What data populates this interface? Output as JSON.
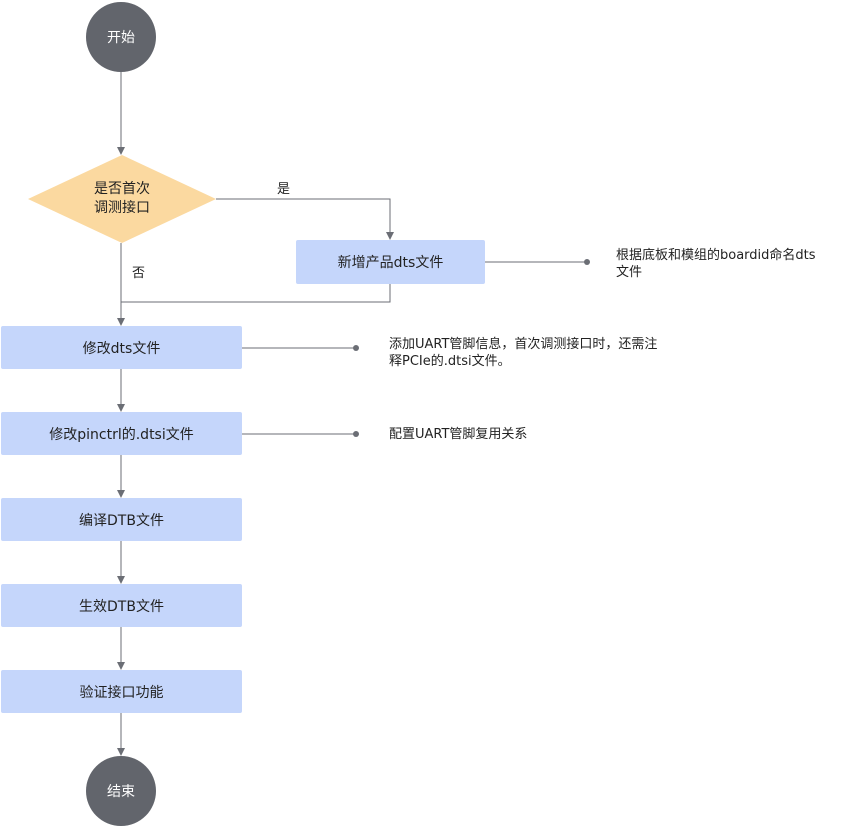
{
  "flowchart": {
    "start": "开始",
    "decision": {
      "line1": "是否首次",
      "line2": "调测接口"
    },
    "yes_label": "是",
    "no_label": "否",
    "add_dts": "新增产品dts文件",
    "steps": [
      "修改dts文件",
      "修改pinctrl的.dtsi文件",
      "编译DTB文件",
      "生效DTB文件",
      "验证接口功能"
    ],
    "end": "结束"
  },
  "notes": {
    "add_dts_note": {
      "line1": "根据底板和模组的boardid命名dts",
      "line2": "文件"
    },
    "modify_dts_note": {
      "line1": "添加UART管脚信息，首次调测接口时，还需注",
      "line2": "释PCIe的.dtsi文件。"
    },
    "pinctrl_note": "配置UART管脚复用关系"
  },
  "colors": {
    "terminal": "#62656c",
    "process": "#c5d6fb",
    "decision": "#fbd9a0",
    "line": "#6b6e75"
  }
}
